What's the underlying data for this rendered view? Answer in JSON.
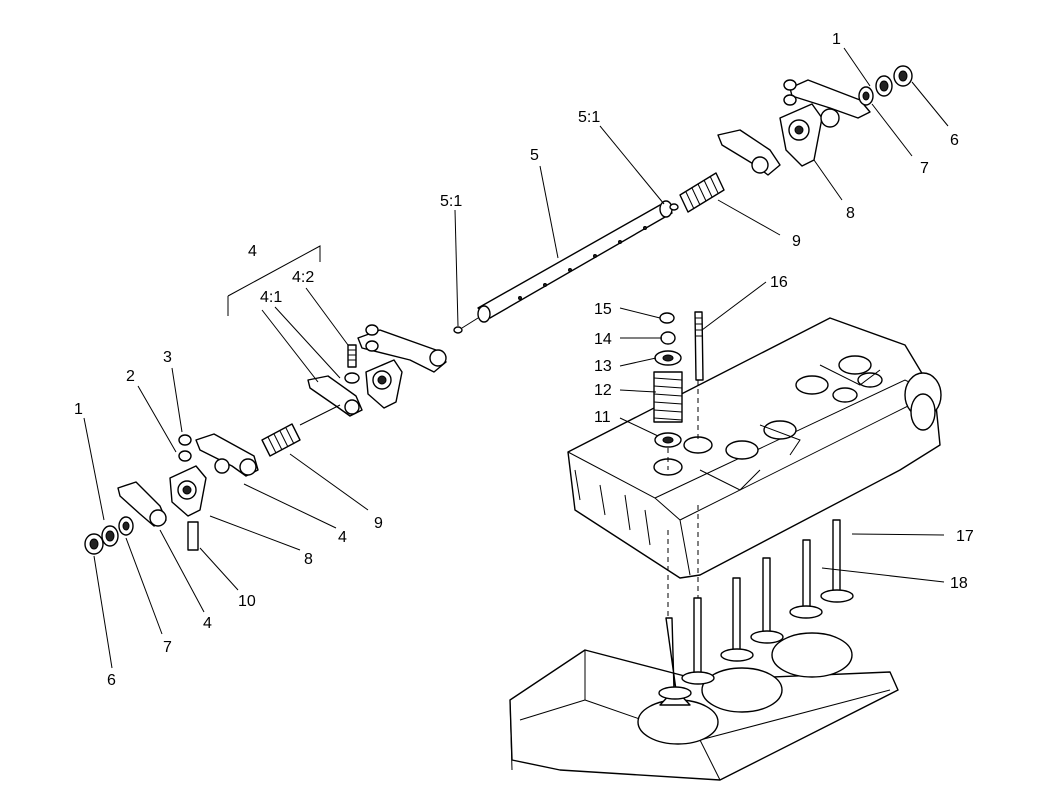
{
  "diagram": {
    "labels": {
      "c1_right": "1",
      "c6_right": "6",
      "c7_right": "7",
      "c8_right": "8",
      "c9_right": "9",
      "c5_1_right": "5:1",
      "c5": "5",
      "c5_1_left": "5:1",
      "c4_group": "4",
      "c4_2": "4:2",
      "c4_1": "4:1",
      "c3": "3",
      "c2": "2",
      "c1_left": "1",
      "c9_left": "9",
      "c4_mid": "4",
      "c8_left": "8",
      "c10": "10",
      "c4_low": "4",
      "c7_left": "7",
      "c6_left": "6",
      "c15": "15",
      "c14": "14",
      "c13": "13",
      "c12": "12",
      "c11": "11",
      "c16": "16",
      "c17": "17",
      "c18": "18"
    }
  }
}
